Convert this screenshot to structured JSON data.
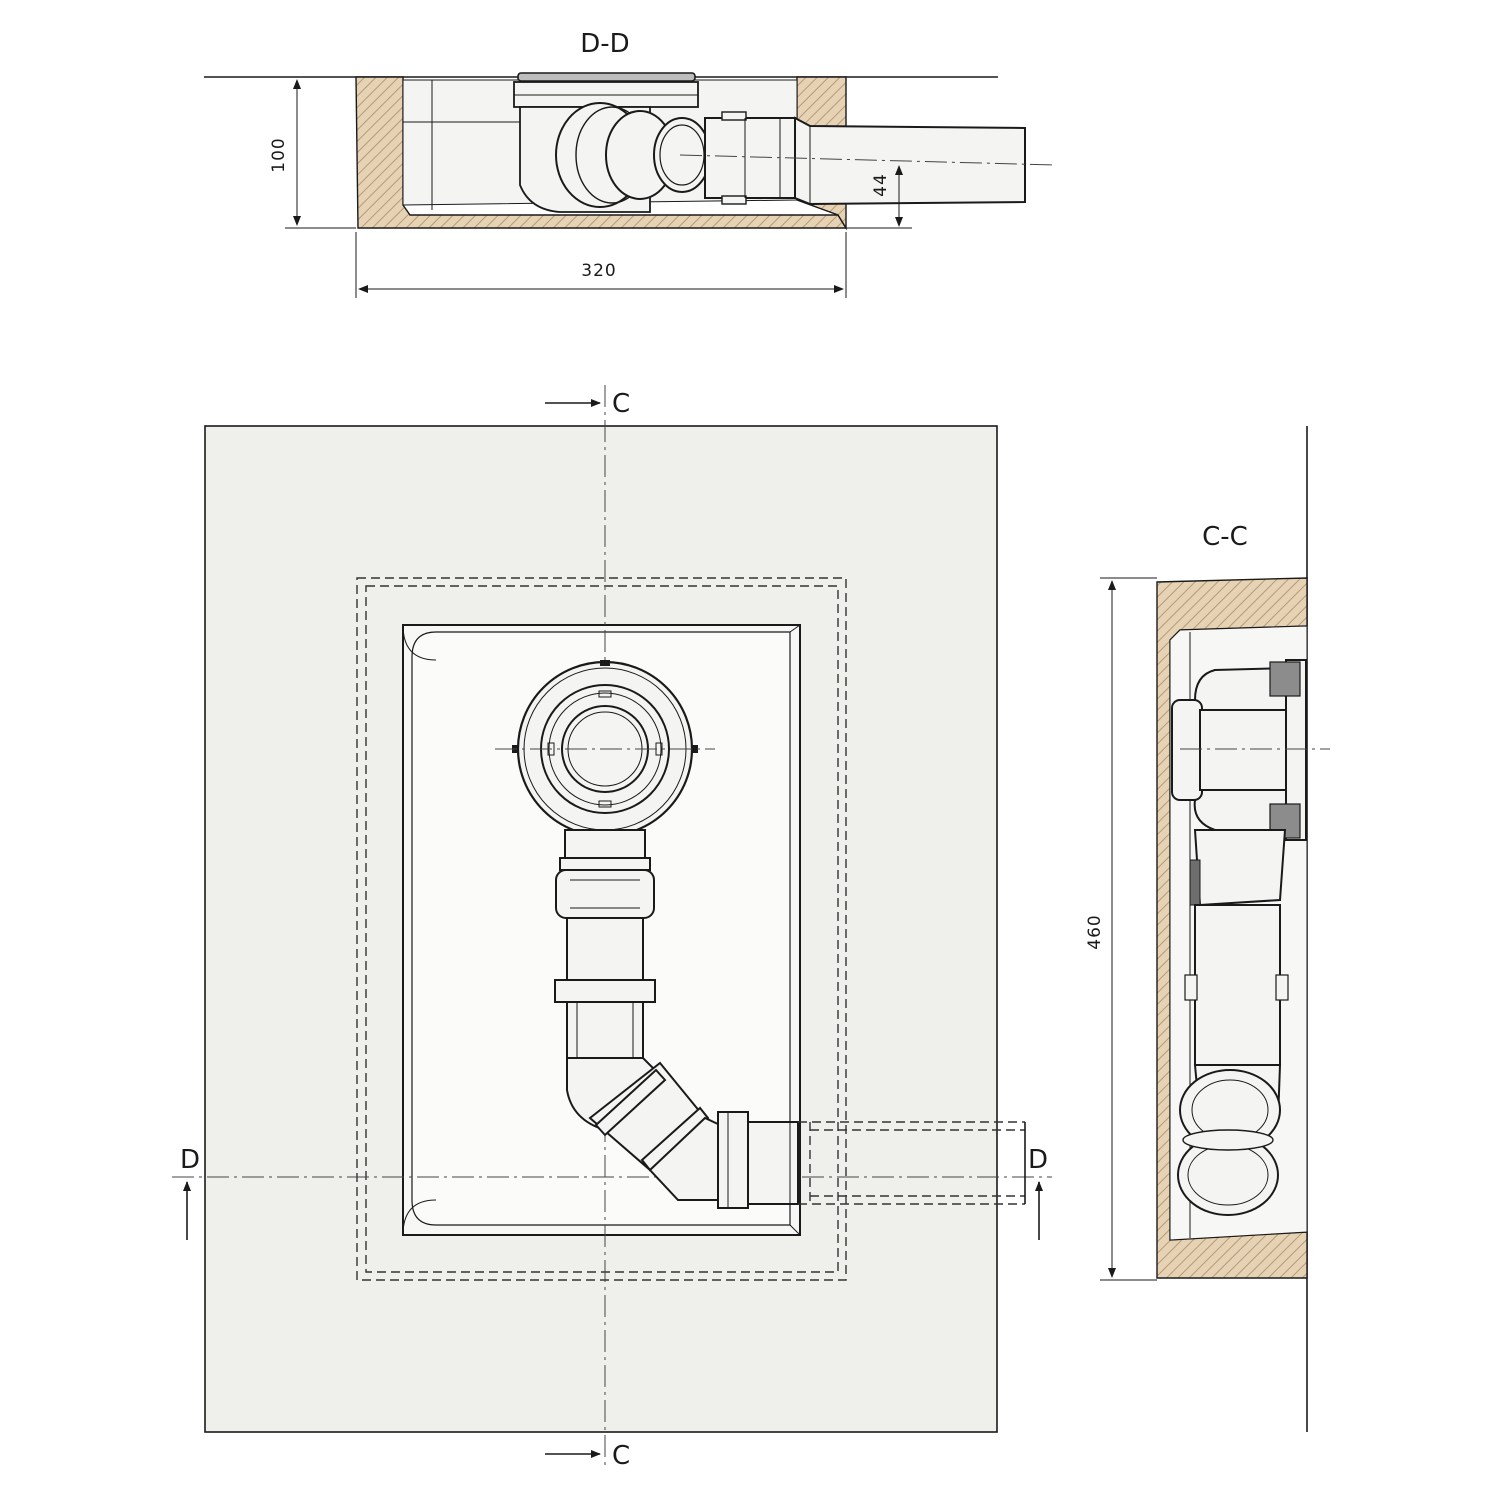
{
  "views": {
    "section_dd": {
      "label": "D-D"
    },
    "section_cc": {
      "label": "C-C"
    },
    "plan": {
      "marker_c_top": "C",
      "marker_c_bottom": "C",
      "marker_d_left": "D",
      "marker_d_right": "D"
    }
  },
  "dimensions": {
    "height": "100",
    "outlet_height": "44",
    "width": "320",
    "length": "460"
  },
  "colors": {
    "line": "#1a1a1a",
    "slab": "#efefeb",
    "insulation": "#e6d2b4",
    "insulation_hatch": "#b89a73"
  }
}
